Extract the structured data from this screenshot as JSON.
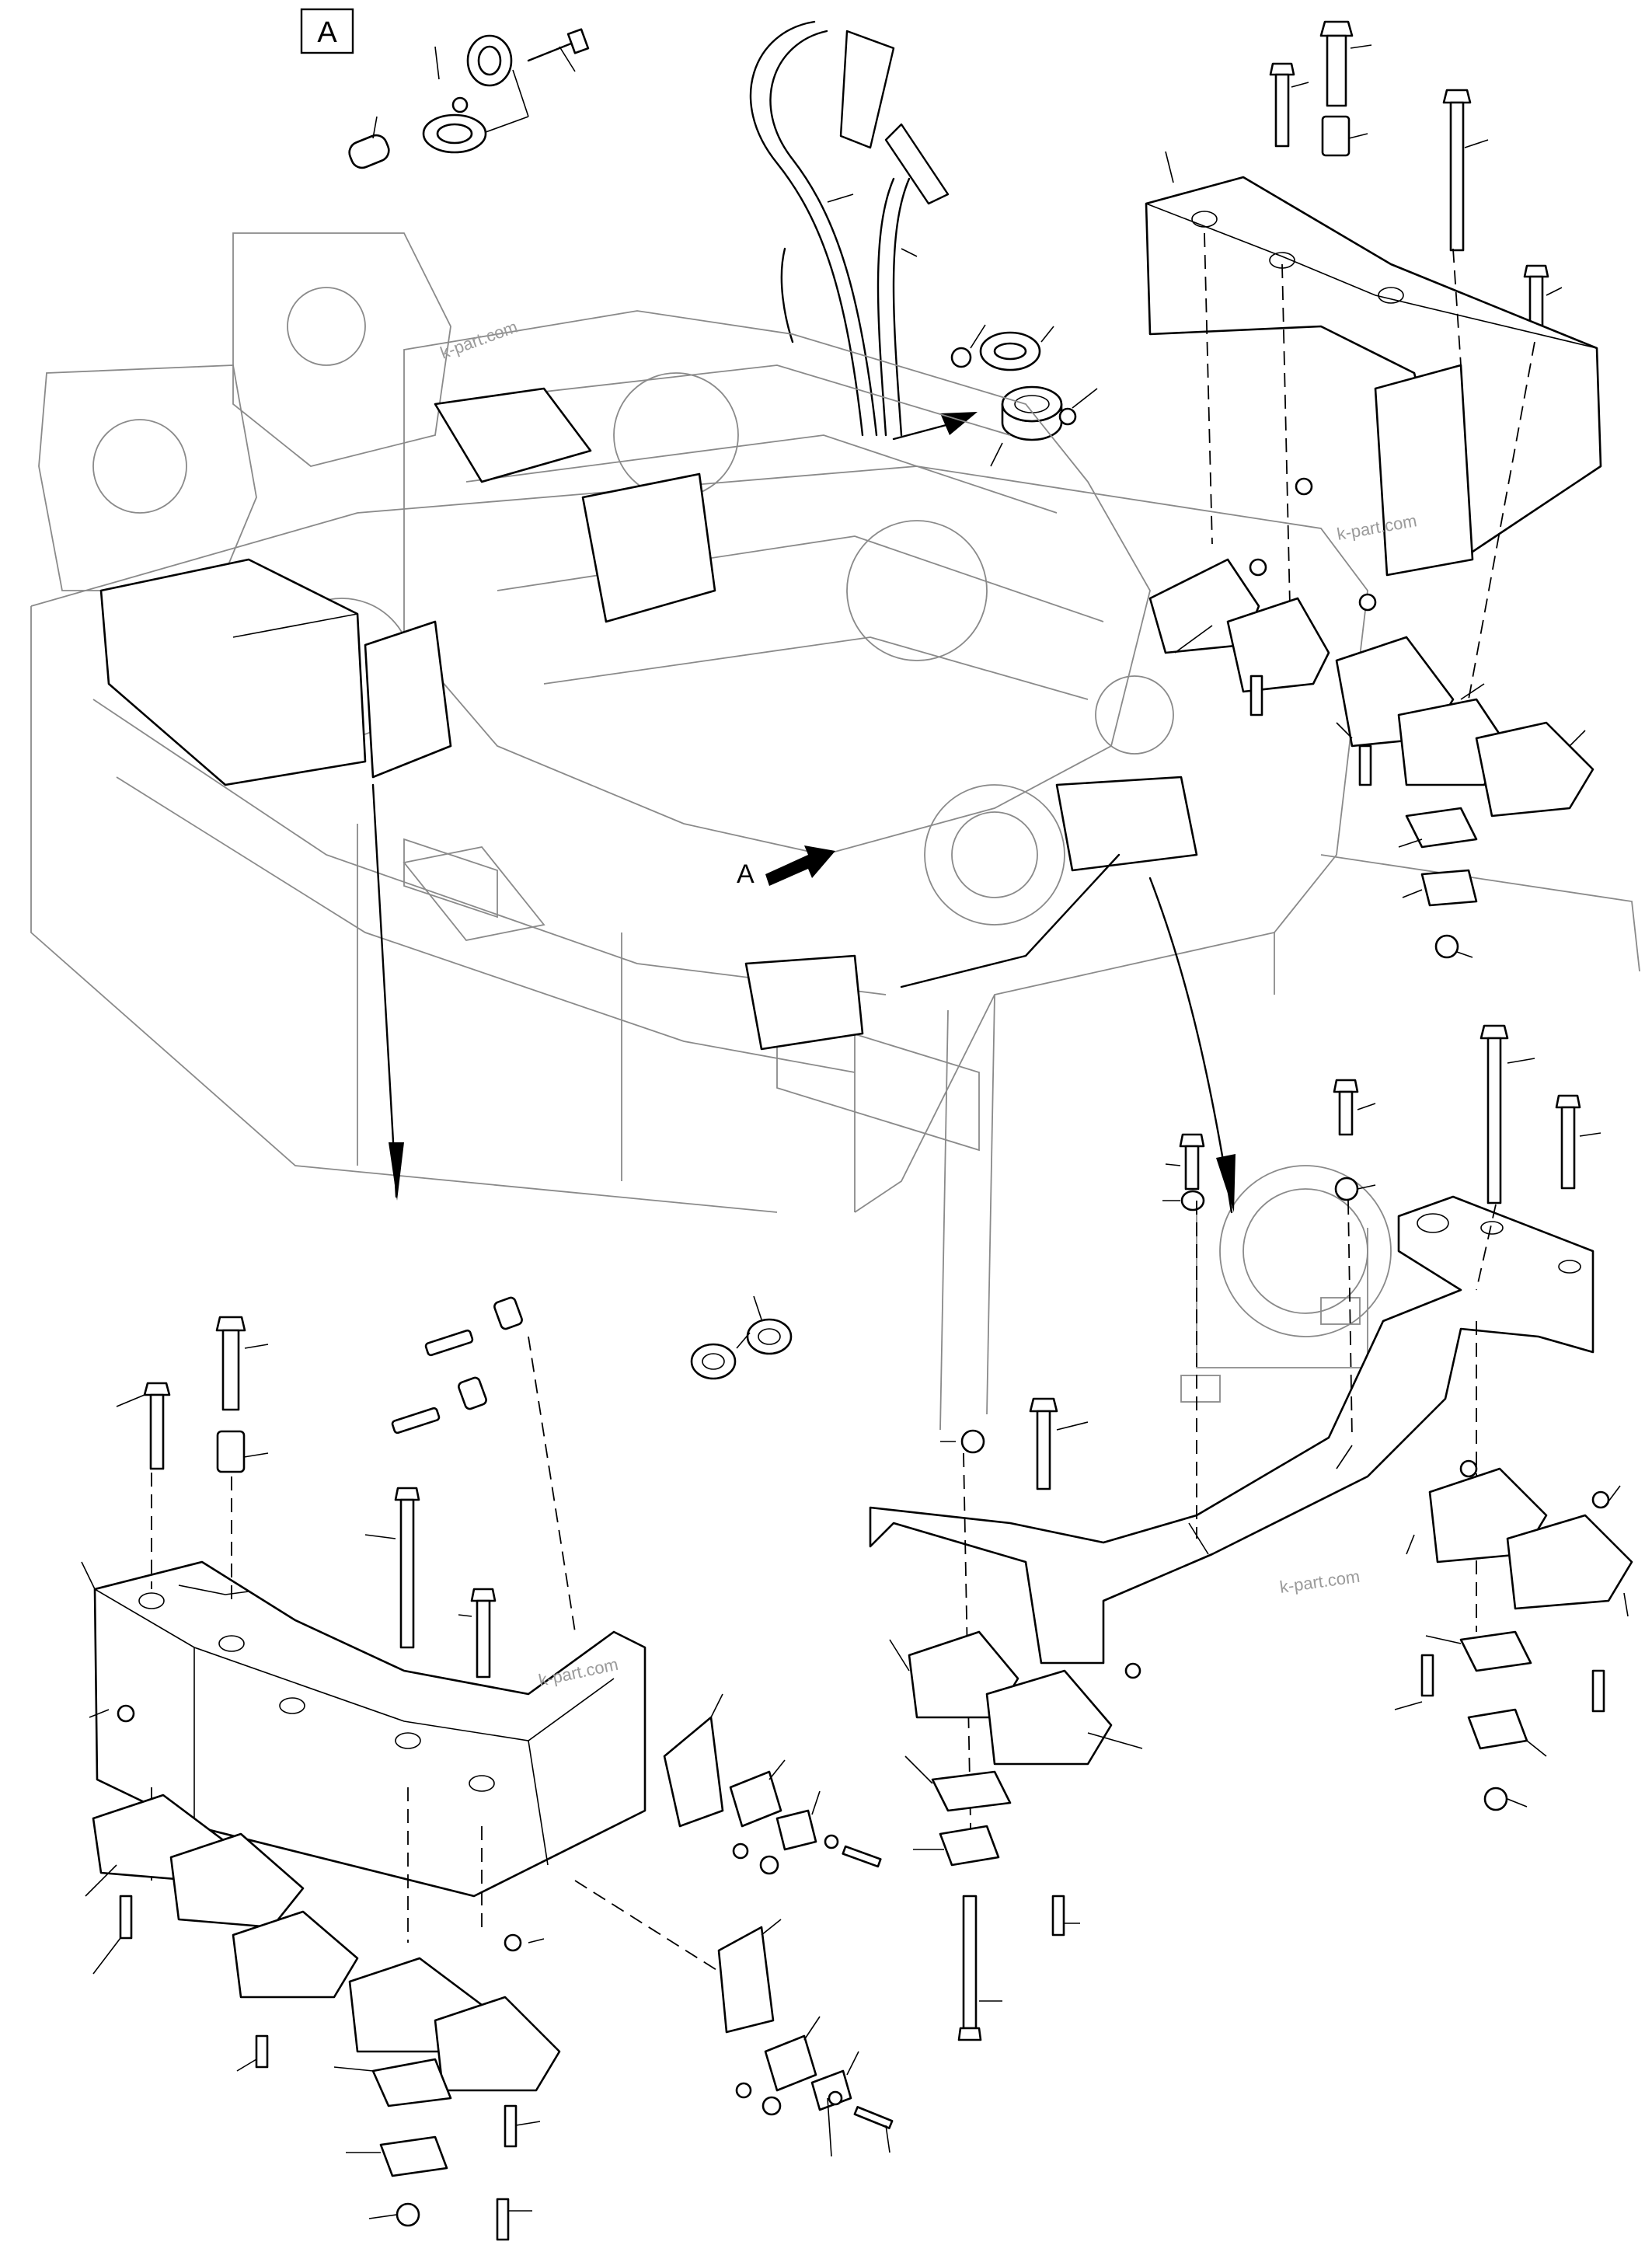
{
  "view_label": "A",
  "callout_arrow_label": "A",
  "watermarks": [
    "k-part.com",
    "k-part.com",
    "k-part.com",
    "k-part.com"
  ]
}
